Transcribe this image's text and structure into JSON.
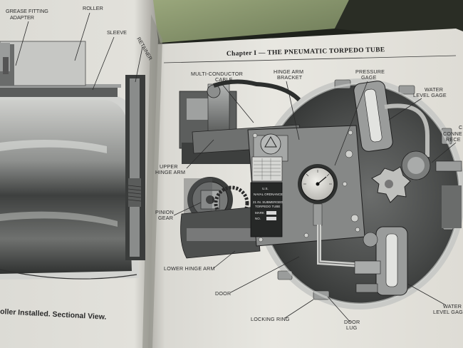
{
  "right_page": {
    "header": "Chapter I — THE PNEUMATIC TORPEDO TUBE",
    "labels": {
      "multi_conductor_cable_1": "MULTI-CONDUCTOR",
      "multi_conductor_cable_2": "CABLE",
      "hinge_arm_bracket_1": "HINGE ARM",
      "hinge_arm_bracket_2": "BRACKET",
      "pressure_gage_1": "PRESSURE",
      "pressure_gage_2": "GAGE",
      "water_level_gage_top_1": "WATER",
      "water_level_gage_top_2": "LEVEL GAGE",
      "upper_hinge_arm_1": "UPPER",
      "upper_hinge_arm_2": "HINGE ARM",
      "pinion_gear_1": "PINION",
      "pinion_gear_2": "GEAR",
      "lower_hinge_arm": "LOWER HINGE ARM",
      "door": "DOOR",
      "locking_ring": "LOCKING RING",
      "door_lug_1": "DOOR",
      "door_lug_2": "LUG",
      "water_level_gage_bottom_1": "WATER",
      "water_level_gage_bottom_2": "LEVEL GAG",
      "conn_partial_1": "C",
      "conn_partial_2": "CONNE",
      "conn_partial_3": "RECE"
    },
    "nameplate": {
      "line1": "U.S.",
      "line2": "NAVAL ORDNANCE",
      "line3": "21 IN. SUBMERGED",
      "line4": "TORPEDO TUBE",
      "line5": "MARK",
      "line6": "NO."
    }
  },
  "left_page": {
    "labels": {
      "grease_fitting_adapter_1": "GREASE FITTING",
      "grease_fitting_adapter_2": "ADAPTER",
      "roller": "ROLLER",
      "sleeve": "SLEEVE",
      "retainer": "RETAINER"
    },
    "caption": "oller Installed. Sectional View."
  },
  "colors": {
    "page": "#e6e5df",
    "page_shadow": "#b9b8b1",
    "metal_dark": "#2b2d2c",
    "metal_mid": "#6d6f6e",
    "metal_light": "#a9abaa",
    "background": "#1e211b"
  }
}
